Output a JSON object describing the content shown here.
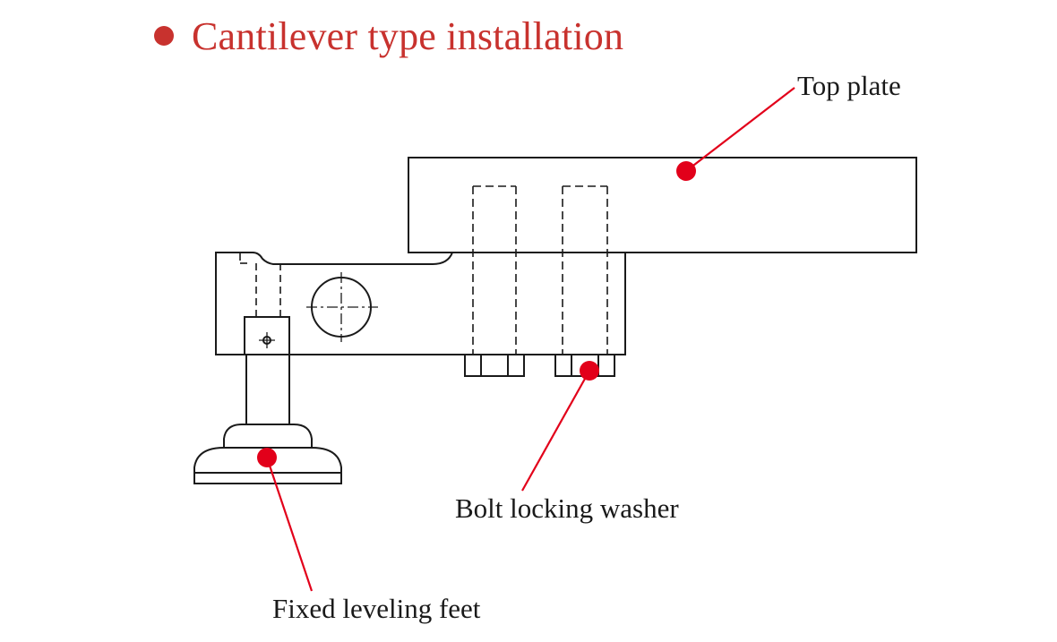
{
  "title": "Cantilever type installation",
  "colors": {
    "title": "#c8322e",
    "marker": "#e2001a",
    "line": "#1a1a1a"
  },
  "labels": {
    "top_plate": "Top plate",
    "bolt_washer": "Bolt locking washer",
    "leveling_feet": "Fixed leveling feet"
  }
}
